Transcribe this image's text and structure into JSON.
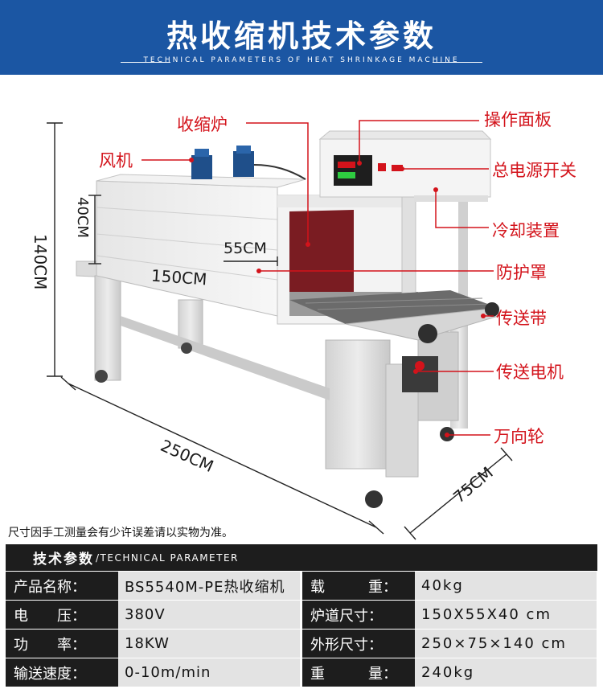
{
  "header": {
    "title": "热收缩机技术参数",
    "subtitle": "TECHNICAL PARAMETERS OF HEAT SHRINKAGE MACHINE"
  },
  "callouts": {
    "furnace": "收缩炉",
    "fan": "风机",
    "panel": "操作面板",
    "power_switch": "总电源开关",
    "cooling": "冷却装置",
    "guard": "防护罩",
    "belt": "传送带",
    "belt_motor": "传送电机",
    "caster": "万向轮"
  },
  "dimensions": {
    "height_total": "140CM",
    "tunnel_height": "40CM",
    "tunnel_width": "55CM",
    "tunnel_length": "150CM",
    "length_total": "250CM",
    "width_total": "75CM"
  },
  "note": "尺寸因手工测量会有少许误差请以实物为准。",
  "table": {
    "header_cn": "技术参数",
    "header_en": "/TECHNICAL PARAMETER",
    "rows": [
      {
        "k1": "产品名称：",
        "v1": "BS5540M-PE热收缩机",
        "k2": "载　　　重：",
        "v2": "40kg"
      },
      {
        "k1": "电　　压：",
        "v1": "380V",
        "k2": "炉道尺寸：",
        "v2": "150X55X40 cm"
      },
      {
        "k1": "功　　率：",
        "v1": "18KW",
        "k2": "外形尺寸：",
        "v2": "250×75×140 cm"
      },
      {
        "k1": "输送速度：",
        "v1": "0-10m/min",
        "k2": "重　　　量：",
        "v2": "240kg"
      }
    ]
  },
  "colors": {
    "banner": "#1b56a3",
    "callout": "#d3131b",
    "table_key": "#1d1d1d",
    "table_value": "#e3e3e3"
  }
}
